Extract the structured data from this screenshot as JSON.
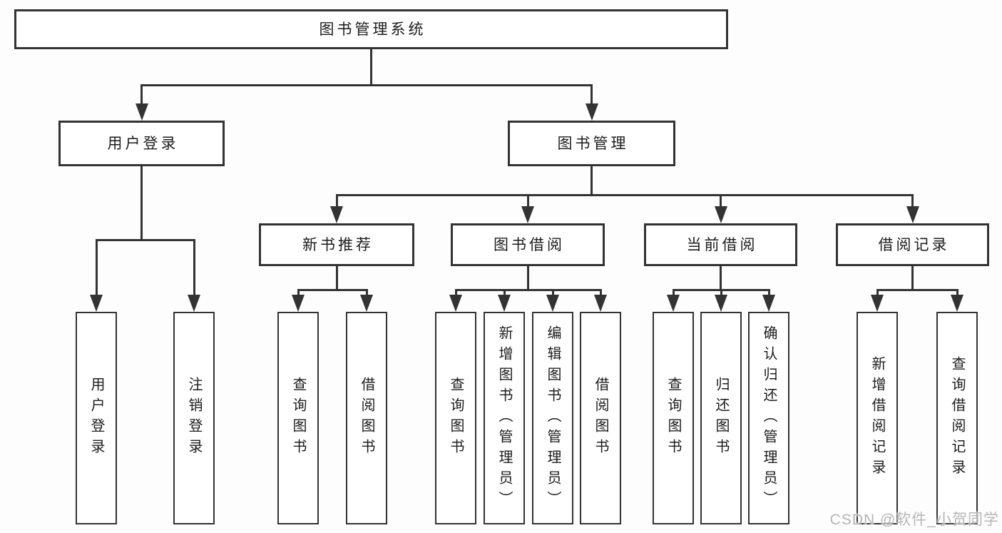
{
  "diagram_title": "图书管理系统",
  "tree": {
    "root": "图书管理系统",
    "branches": [
      {
        "label": "用户登录",
        "children": [
          "用户登录",
          "注销登录"
        ]
      },
      {
        "label": "图书管理",
        "groups": [
          {
            "label": "新书推荐",
            "children": [
              "查询图书",
              "借阅图书"
            ]
          },
          {
            "label": "图书借阅",
            "children": [
              "查询图书",
              "新增图书（管理员）",
              "编辑图书（管理员）",
              "借阅图书"
            ]
          },
          {
            "label": "当前借阅",
            "children": [
              "查询图书",
              "归还图书",
              "确认归还（管理员）"
            ]
          },
          {
            "label": "借阅记录",
            "children": [
              "新增借阅记录",
              "查询借阅记录"
            ]
          }
        ]
      }
    ]
  },
  "watermark": "CSDN @软件_小贺同学",
  "colors": {
    "line": "#333333",
    "box_fill": "#ffffff",
    "text": "#1c1c1c",
    "watermark": "#b5b5b5"
  }
}
